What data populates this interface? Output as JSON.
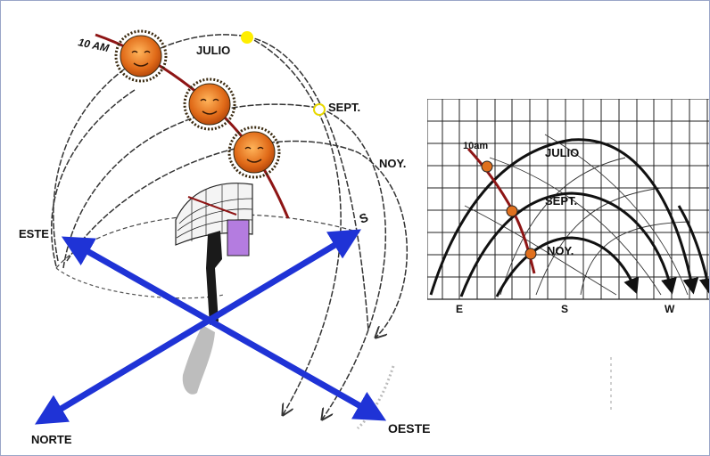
{
  "left_diagram": {
    "time_label": "10 AM",
    "path_labels": {
      "julio": "JULIO",
      "sept": "SEPT.",
      "nov": "NOY."
    },
    "directions": {
      "este": "ESTE",
      "oeste": "OESTE",
      "norte": "NORTE",
      "sur": "S"
    }
  },
  "right_diagram": {
    "time_label": "10am",
    "path_labels": {
      "julio": "JULIO",
      "sept": "SEPT.",
      "nov": "NOY."
    },
    "axis_labels": {
      "east": "E",
      "south": "S",
      "west": "W"
    }
  },
  "colors": {
    "arrow_blue": "#1f33d6",
    "sun_orange": "#e0701e",
    "sun_path_red": "#9a1a1a",
    "julio_marker": "#ffee00",
    "shade_purple": "#b47ce0",
    "frame_border": "#9aa6c8"
  }
}
